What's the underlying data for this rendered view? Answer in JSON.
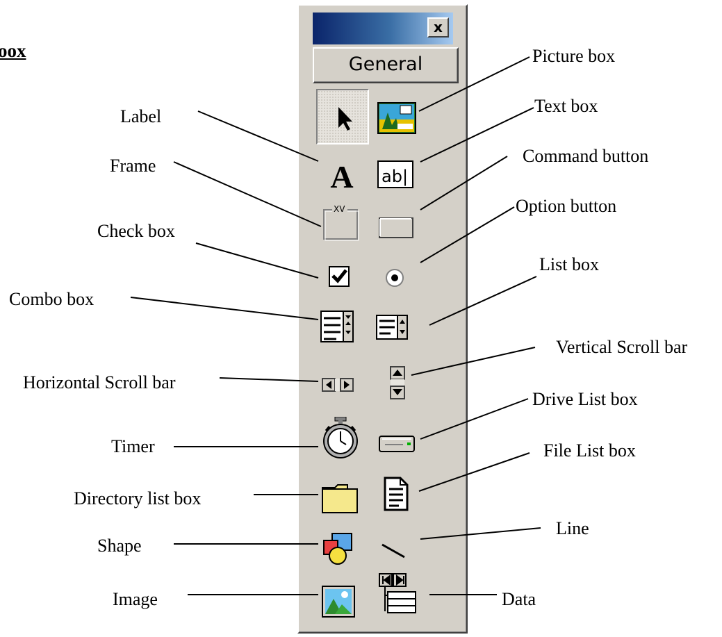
{
  "page": {
    "corner_title": "oox"
  },
  "toolbox": {
    "close_label": "x",
    "tab_label": "General",
    "tools": [
      {
        "name": "pointer",
        "icon": "pointer-arrow-icon"
      },
      {
        "name": "picture-box",
        "icon": "picture-box-icon"
      },
      {
        "name": "label",
        "icon": "label-a-icon"
      },
      {
        "name": "text-box",
        "icon": "text-box-ab-icon"
      },
      {
        "name": "frame",
        "icon": "frame-icon",
        "icon_text": "XV"
      },
      {
        "name": "command-button",
        "icon": "command-button-icon"
      },
      {
        "name": "check-box",
        "icon": "check-box-icon"
      },
      {
        "name": "option-button",
        "icon": "option-button-icon"
      },
      {
        "name": "combo-box",
        "icon": "combo-box-icon"
      },
      {
        "name": "list-box",
        "icon": "list-box-icon"
      },
      {
        "name": "horizontal-scroll-bar",
        "icon": "hscroll-icon"
      },
      {
        "name": "vertical-scroll-bar",
        "icon": "vscroll-icon"
      },
      {
        "name": "timer",
        "icon": "stopwatch-icon"
      },
      {
        "name": "drive-list-box",
        "icon": "drive-icon"
      },
      {
        "name": "directory-list-box",
        "icon": "folder-icon"
      },
      {
        "name": "file-list-box",
        "icon": "file-icon"
      },
      {
        "name": "shape",
        "icon": "shapes-icon"
      },
      {
        "name": "line",
        "icon": "line-icon"
      },
      {
        "name": "image",
        "icon": "image-icon"
      },
      {
        "name": "data",
        "icon": "data-control-icon"
      }
    ]
  },
  "callouts": {
    "picture_box": "Picture box",
    "label": "Label",
    "text_box": "Text box",
    "frame": "Frame",
    "command_button": "Command button",
    "option_button": "Option button",
    "check_box": "Check box",
    "list_box": "List box",
    "combo_box": "Combo box",
    "vertical_scroll_bar": "Vertical Scroll bar",
    "horizontal_scroll_bar": "Horizontal Scroll bar",
    "drive_list_box": "Drive List box",
    "timer": "Timer",
    "file_list_box": "File List box",
    "directory_list_box": "Directory list box",
    "line": "Line",
    "shape": "Shape",
    "image": "Image",
    "data": "Data"
  }
}
